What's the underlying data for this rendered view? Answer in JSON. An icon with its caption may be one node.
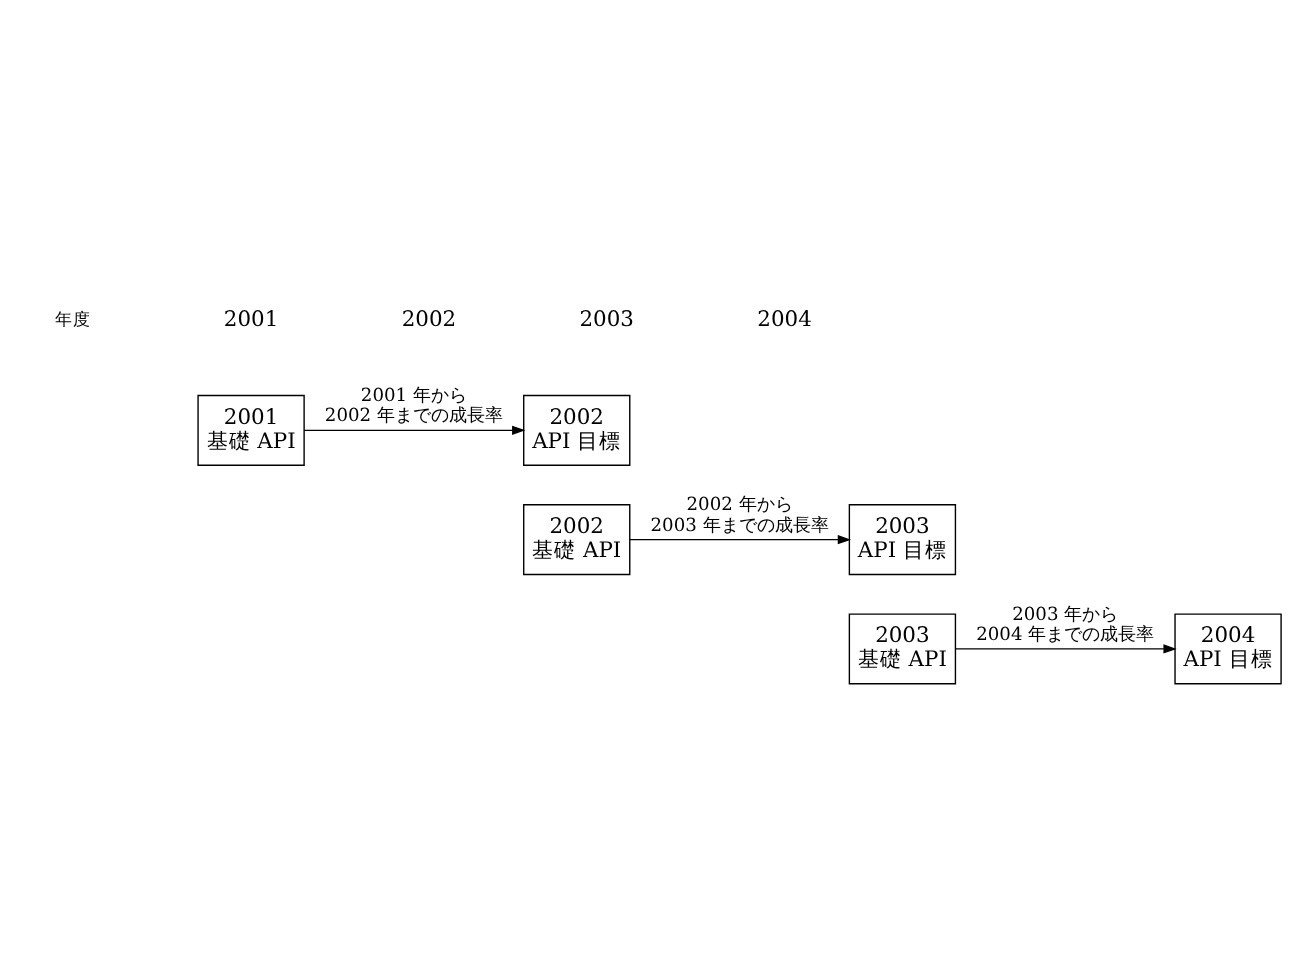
{
  "diagram": {
    "nodes": [
      {
        "text": [
          "2001",
          "基礎 API"
        ]
      },
      {
        "text": [
          "2002",
          "API 目標"
        ]
      },
      {
        "text": [
          "2002",
          "基礎 API"
        ]
      },
      {
        "text": [
          "2003",
          "API 目標"
        ]
      },
      {
        "text": [
          "2003",
          "基礎 API"
        ]
      },
      {
        "text": [
          "2004",
          "API 目標"
        ]
      }
    ],
    "edges": [
      {
        "from": 0,
        "to": 1,
        "arrow": "to",
        "label": "2001 年から 2002 年までの成長率"
      },
      {
        "from": 2,
        "to": 3,
        "arrow": "to",
        "label": "2002 年から 2003 年までの成長率"
      },
      {
        "from": 4,
        "to": 5,
        "arrow": "to",
        "label": "2003 年から 2004 年までの成長率"
      }
    ],
    "labels": [
      "年度",
      "2001",
      "2002",
      "2003",
      "2004"
    ]
  }
}
